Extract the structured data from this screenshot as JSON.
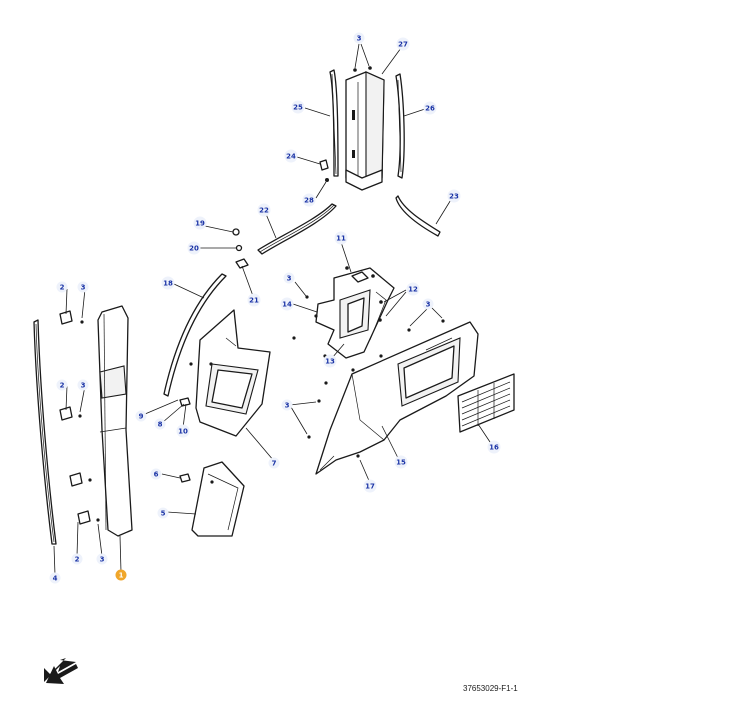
{
  "drawing_id": "37653029-F1-1",
  "callout_style": {
    "bubble_color": "#eef2fb",
    "text_color": "#1a33a6",
    "highlight_color": "#f0a62a"
  },
  "direction_arrow_icon": "arrow-down-left-icon",
  "callouts": [
    {
      "text": "3"
    },
    {
      "text": "27"
    },
    {
      "text": "25"
    },
    {
      "text": "26"
    },
    {
      "text": "24"
    },
    {
      "text": "28"
    },
    {
      "text": "22"
    },
    {
      "text": "23"
    },
    {
      "text": "19"
    },
    {
      "text": "20"
    },
    {
      "text": "21"
    },
    {
      "text": "11"
    },
    {
      "text": "3"
    },
    {
      "text": "12"
    },
    {
      "text": "14"
    },
    {
      "text": "3"
    },
    {
      "text": "13"
    },
    {
      "text": "18"
    },
    {
      "text": "2"
    },
    {
      "text": "3"
    },
    {
      "text": "2"
    },
    {
      "text": "3"
    },
    {
      "text": "9"
    },
    {
      "text": "8"
    },
    {
      "text": "10"
    },
    {
      "text": "3"
    },
    {
      "text": "16"
    },
    {
      "text": "15"
    },
    {
      "text": "7"
    },
    {
      "text": "6"
    },
    {
      "text": "17"
    },
    {
      "text": "5"
    },
    {
      "text": "2"
    },
    {
      "text": "3"
    },
    {
      "text": "4"
    },
    {
      "text": "1",
      "highlight": true
    }
  ]
}
